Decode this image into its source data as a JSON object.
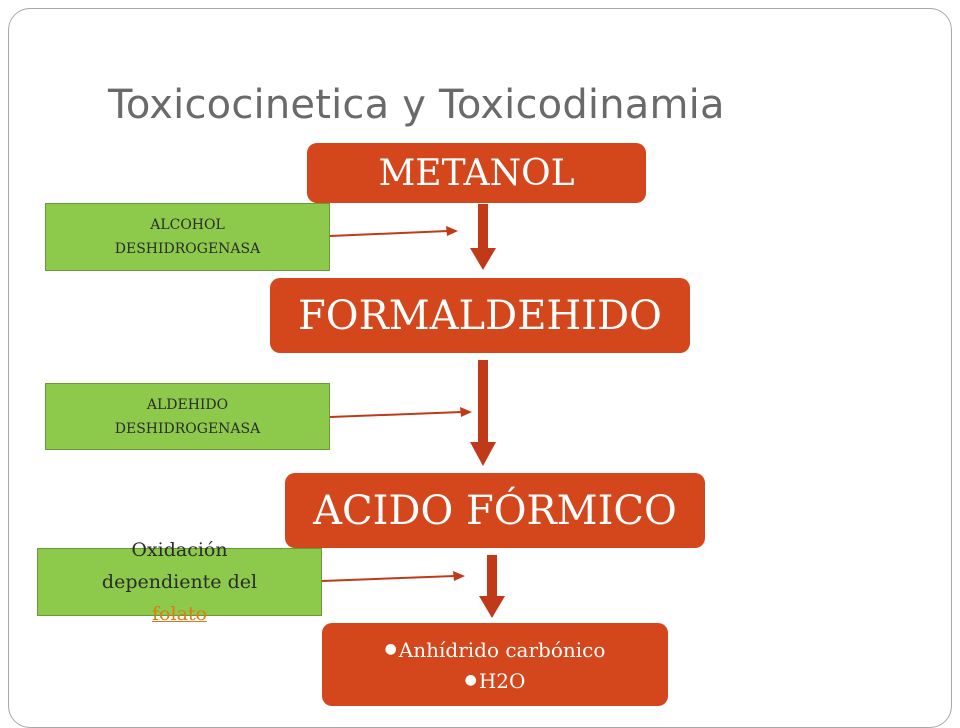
{
  "title": "Toxicocinetica y Toxicodinamia",
  "steps": {
    "metanol": "METANOL",
    "formaldehido": "FORMALDEHIDO",
    "acido": "ACIDO FÓRMICO",
    "products": [
      "Anhídrido carbónico",
      "H2O"
    ]
  },
  "enzymes": {
    "e1": [
      "ALCOHOL",
      "DESHIDROGENASA"
    ],
    "e2": [
      "ALDEHIDO",
      "DESHIDROGENASA"
    ],
    "e3": {
      "line1": "Oxidación",
      "line2_prefix": "dependiente del ",
      "link": "folato"
    }
  },
  "colors": {
    "orange_box": "#d4461b",
    "green_box": "#8dc94a",
    "link": "#e07a17",
    "arrow": "#c03a1a"
  }
}
